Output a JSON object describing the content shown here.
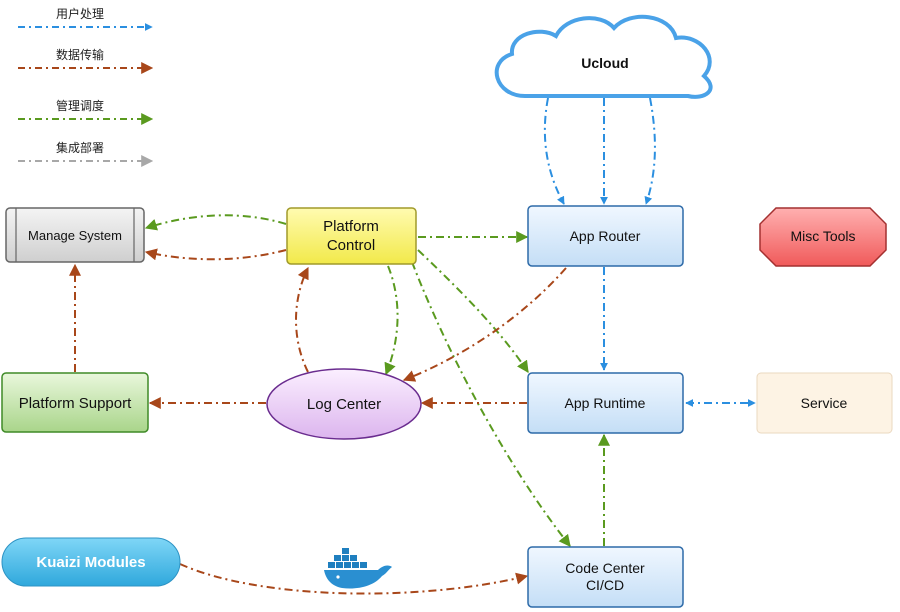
{
  "legend": [
    {
      "label": "用户处理",
      "color": "#2b8fe0"
    },
    {
      "label": "数据传输",
      "color": "#a8471a"
    },
    {
      "label": "管理调度",
      "color": "#5a9a1f"
    },
    {
      "label": "集成部署",
      "color": "#a8a8a8"
    }
  ],
  "nodes": {
    "ucloud": "Ucloud",
    "manage_system": "Manage System",
    "platform_control_line1": "Platform",
    "platform_control_line2": "Control",
    "app_router": "App Router",
    "misc_tools": "Misc Tools",
    "platform_support": "Platform Support",
    "log_center": "Log Center",
    "app_runtime": "App Runtime",
    "service": "Service",
    "kuaizi_modules": "Kuaizi Modules",
    "code_center_line1": "Code Center",
    "code_center_line2": "CI/CD"
  },
  "icons": {
    "docker": "docker-whale-icon"
  },
  "colors": {
    "user": "#2b8fe0",
    "data": "#a8471a",
    "manage": "#5a9a1f",
    "deploy": "#a8a8a8"
  }
}
